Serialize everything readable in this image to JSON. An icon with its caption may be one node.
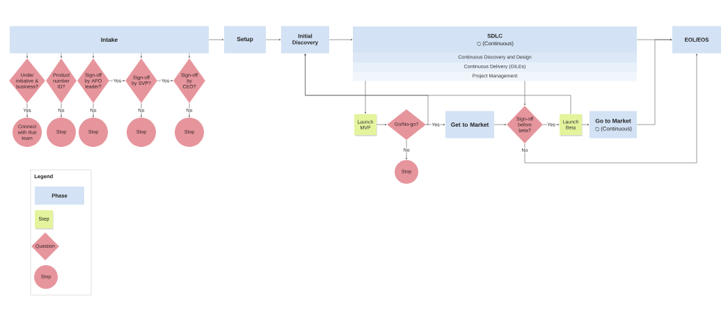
{
  "diagram": {
    "nodes": [
      {
        "text": [
          "Intake"
        ]
      },
      {
        "text": [
          "Setup"
        ]
      },
      {
        "text": [
          "Initial Discovery"
        ]
      },
      {
        "text": [
          "SDLC",
          "(Continuous)"
        ]
      },
      {
        "text": [
          "Continuous Discovery and Design"
        ],
        "in": 3
      },
      {
        "text": [
          "Continuous Delivery (GILEs)"
        ],
        "in": 3
      },
      {
        "text": [
          "Project Management"
        ],
        "in": 3
      },
      {
        "text": [
          "EOL/EOS"
        ]
      },
      {
        "text": [
          "Under initiative & business?"
        ]
      },
      {
        "text": [
          "Product number ID?"
        ]
      },
      {
        "text": [
          "Sign-off by APO leader?"
        ]
      },
      {
        "text": [
          "Sign-off by SVP?"
        ]
      },
      {
        "text": [
          "Sign-off by CEO?"
        ]
      },
      {
        "text": [
          "Connect with that team"
        ]
      },
      {
        "text": [
          "Stop"
        ]
      },
      {
        "text": [
          "Stop"
        ]
      },
      {
        "text": [
          "Stop"
        ]
      },
      {
        "text": [
          "Stop"
        ]
      },
      {
        "text": [
          "Launch MVP"
        ]
      },
      {
        "text": [
          "Go/No-go?"
        ]
      },
      {
        "text": [
          "Get to Market"
        ]
      },
      {
        "text": [
          "Sign-off before beta?"
        ]
      },
      {
        "text": [
          "Launch Beta"
        ]
      },
      {
        "text": [
          "Go to Market",
          "(Continuous)"
        ]
      },
      {
        "text": [
          "Stop"
        ]
      }
    ],
    "edges": [
      {
        "from": 0,
        "to": 1,
        "arrow": "to"
      },
      {
        "from": 1,
        "to": 2,
        "arrow": "to"
      },
      {
        "from": 2,
        "to": 3,
        "arrow": "to"
      },
      {
        "from": 3,
        "to": 7,
        "arrow": "to"
      },
      {
        "from": 0,
        "to": 8,
        "arrow": "to"
      },
      {
        "from": 0,
        "to": 9,
        "arrow": "to"
      },
      {
        "from": 0,
        "to": 10,
        "arrow": "to"
      },
      {
        "from": 0,
        "to": 11,
        "arrow": "to"
      },
      {
        "from": 0,
        "to": 12,
        "arrow": "to"
      },
      {
        "from": 8,
        "to": 13,
        "arrow": "to",
        "label": "Yes"
      },
      {
        "from": 9,
        "to": 14,
        "arrow": "to",
        "label": "No"
      },
      {
        "from": 10,
        "to": 15,
        "arrow": "to",
        "label": "No"
      },
      {
        "from": 10,
        "to": 11,
        "arrow": "to",
        "label": "Yes"
      },
      {
        "from": 11,
        "to": 16,
        "arrow": "to",
        "label": "No"
      },
      {
        "from": 11,
        "to": 12,
        "arrow": "to",
        "label": "Yes"
      },
      {
        "from": 12,
        "to": 17,
        "arrow": "to",
        "label": "No"
      },
      {
        "from": 3,
        "to": 18,
        "arrow": "to"
      },
      {
        "from": 18,
        "to": 19,
        "arrow": "to"
      },
      {
        "from": 19,
        "to": 20,
        "arrow": "to",
        "label": "Yes"
      },
      {
        "from": 19,
        "to": 24,
        "arrow": "to",
        "label": "No"
      },
      {
        "from": 19,
        "to": 2,
        "arrow": "to"
      },
      {
        "from": 3,
        "to": 21,
        "arrow": "to"
      },
      {
        "from": 20,
        "to": 21,
        "arrow": "to"
      },
      {
        "from": 21,
        "to": 22,
        "arrow": "to",
        "label": "Yes"
      },
      {
        "from": 22,
        "to": 23,
        "arrow": "to"
      },
      {
        "from": 22,
        "to": 2,
        "arrow": "to"
      },
      {
        "from": 23,
        "to": 7,
        "arrow": "to"
      },
      {
        "from": 21,
        "to": 7,
        "arrow": "to",
        "label": "No"
      }
    ],
    "labels": [
      "Legend"
    ],
    "legend": [
      {
        "text": "Phase",
        "color": "#d3e2f4"
      },
      {
        "text": "Step",
        "color": "#e3f49d"
      },
      {
        "text": "Question",
        "color": "#e6959c"
      },
      {
        "text": "Stop",
        "color": "#e6959c"
      }
    ]
  }
}
